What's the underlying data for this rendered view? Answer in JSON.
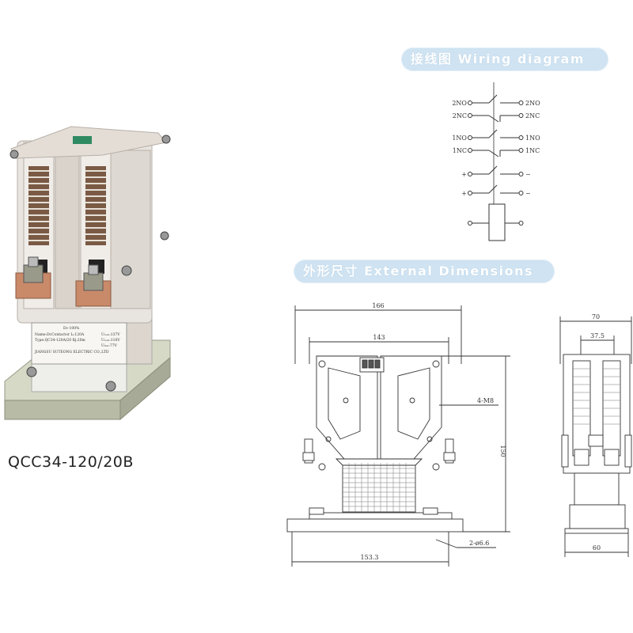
{
  "headings": {
    "wiring": "接线图 Wiring diagram",
    "dimensions": "外形尺寸 External Dimensions"
  },
  "model": "QCC34-120/20B",
  "wiring": {
    "terminals_left": [
      "2NO",
      "2NC",
      "1NO",
      "1NC",
      "+",
      "+"
    ],
    "terminals_right": [
      "2NO",
      "2NC",
      "1NO",
      "1NC",
      "−",
      "−"
    ]
  },
  "nameplate": {
    "lines": [
      "Dc·100%",
      "Name:DcContactor Iₑ:120A",
      "Type:QC34-120A/20 Rj:20m",
      "JIANGSU    SUTEONG    ELECTRIC CO.,LTD"
    ],
    "voltages": [
      "Uₙₒₘ:137V",
      "Uₙₒₘ:110V",
      "Uₘᵢₙ:77V"
    ]
  },
  "dims_front": {
    "width_total": "166",
    "width_inner": "143",
    "hole_label": "4-M8",
    "height": "150",
    "base_width": "153.3",
    "base_hole_label": "2-ø6.6"
  },
  "dims_side": {
    "width_total": "70",
    "width_inner": "37.5",
    "base_width": "60"
  },
  "colors": {
    "pill_bg": "#cfe3f2",
    "line": "#333333",
    "housing": "#e8e4df",
    "copper": "#c98a6a"
  }
}
